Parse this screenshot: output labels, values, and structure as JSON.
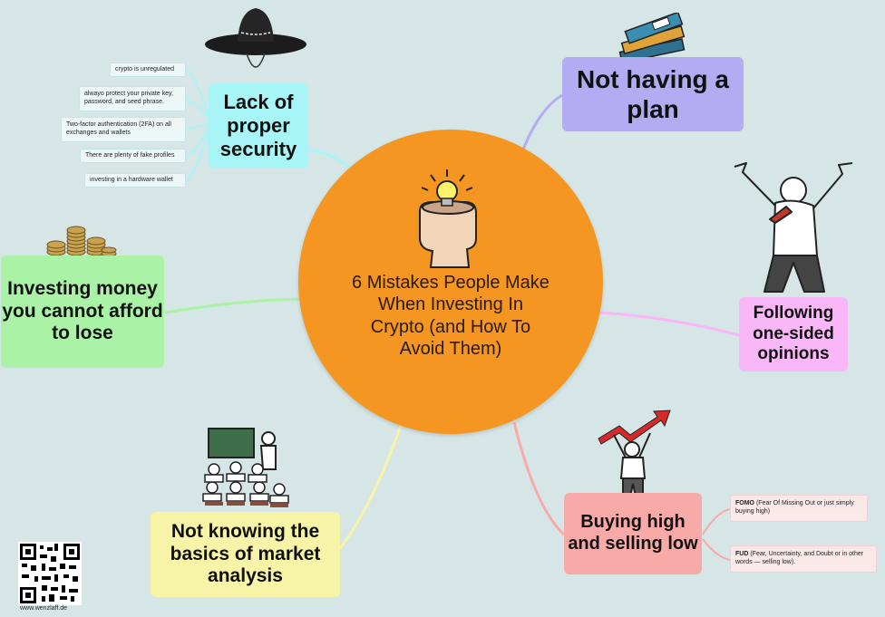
{
  "center": {
    "title": "6 Mistakes People Make When Investing In Crypto (and How To Avoid Them)",
    "color": "#f49621",
    "icon": "head-lightbulb-icon"
  },
  "branches": {
    "security": {
      "label": "Lack of proper security",
      "color": "#a8f5f7",
      "icon": "sombrero-icon",
      "items": [
        "crypto is unregulated",
        "alwayo protect your private key, password, and seed phrase.",
        "Two-factor authentication (2FA) on all exchanges and wallets",
        "There are plenty of fake profiles",
        "investing in a hardware wallet"
      ]
    },
    "plan": {
      "label": "Not having a plan",
      "color": "#b3acf2",
      "icon": "books-icon"
    },
    "opinions": {
      "label": "Following one-sided opinions",
      "color": "#f9b7f7",
      "icon": "cheering-man-icon"
    },
    "buying": {
      "label": "Buying high and selling low",
      "color": "#f8aaa9",
      "icon": "man-rising-chart-icon",
      "items": [
        {
          "term": "FOMO",
          "text": "(Fear Of Missing Out or just simply buying high)"
        },
        {
          "term": "FUD",
          "text": "(Fear, Uncertainty, and Doubt or in other words — selling low)."
        }
      ]
    },
    "analysis": {
      "label": "Not knowing the basics of market analysis",
      "color": "#f7f3a7",
      "icon": "classroom-icon"
    },
    "money": {
      "label": "Investing money you cannot afford to lose",
      "color": "#a9f2a6",
      "icon": "coin-stacks-icon"
    }
  },
  "footer": {
    "qr_icon": "qr-code-icon",
    "caption": "www.wenzlaff.de"
  }
}
